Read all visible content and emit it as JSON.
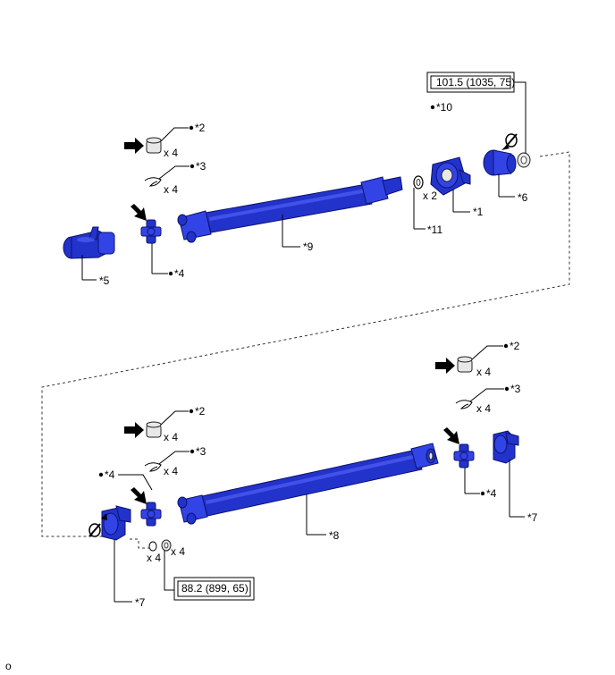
{
  "torque_specs": {
    "upper": "101.5 (1035, 75)",
    "lower": "88.2 (899, 65)"
  },
  "callouts": {
    "c1": "*1",
    "c2a": "*2",
    "c2b": "*2",
    "c2c": "*2",
    "c3a": "*3",
    "c3b": "*3",
    "c3c": "*3",
    "c4a": "*4",
    "c4b": "*4",
    "c4c": "*4",
    "c5": "*5",
    "c6": "*6",
    "c7a": "*7",
    "c7b": "*7",
    "c8": "*8",
    "c9": "*9",
    "c10": "*10",
    "c11": "*11"
  },
  "quantities": {
    "q1": "x 4",
    "q2": "x 4",
    "q3": "x 2",
    "q4": "x 4",
    "q5": "x 4",
    "q6": "x 4",
    "q7": "x 4",
    "q8": "x 4",
    "q9": "x 4"
  },
  "footer": {
    "code": "o"
  }
}
